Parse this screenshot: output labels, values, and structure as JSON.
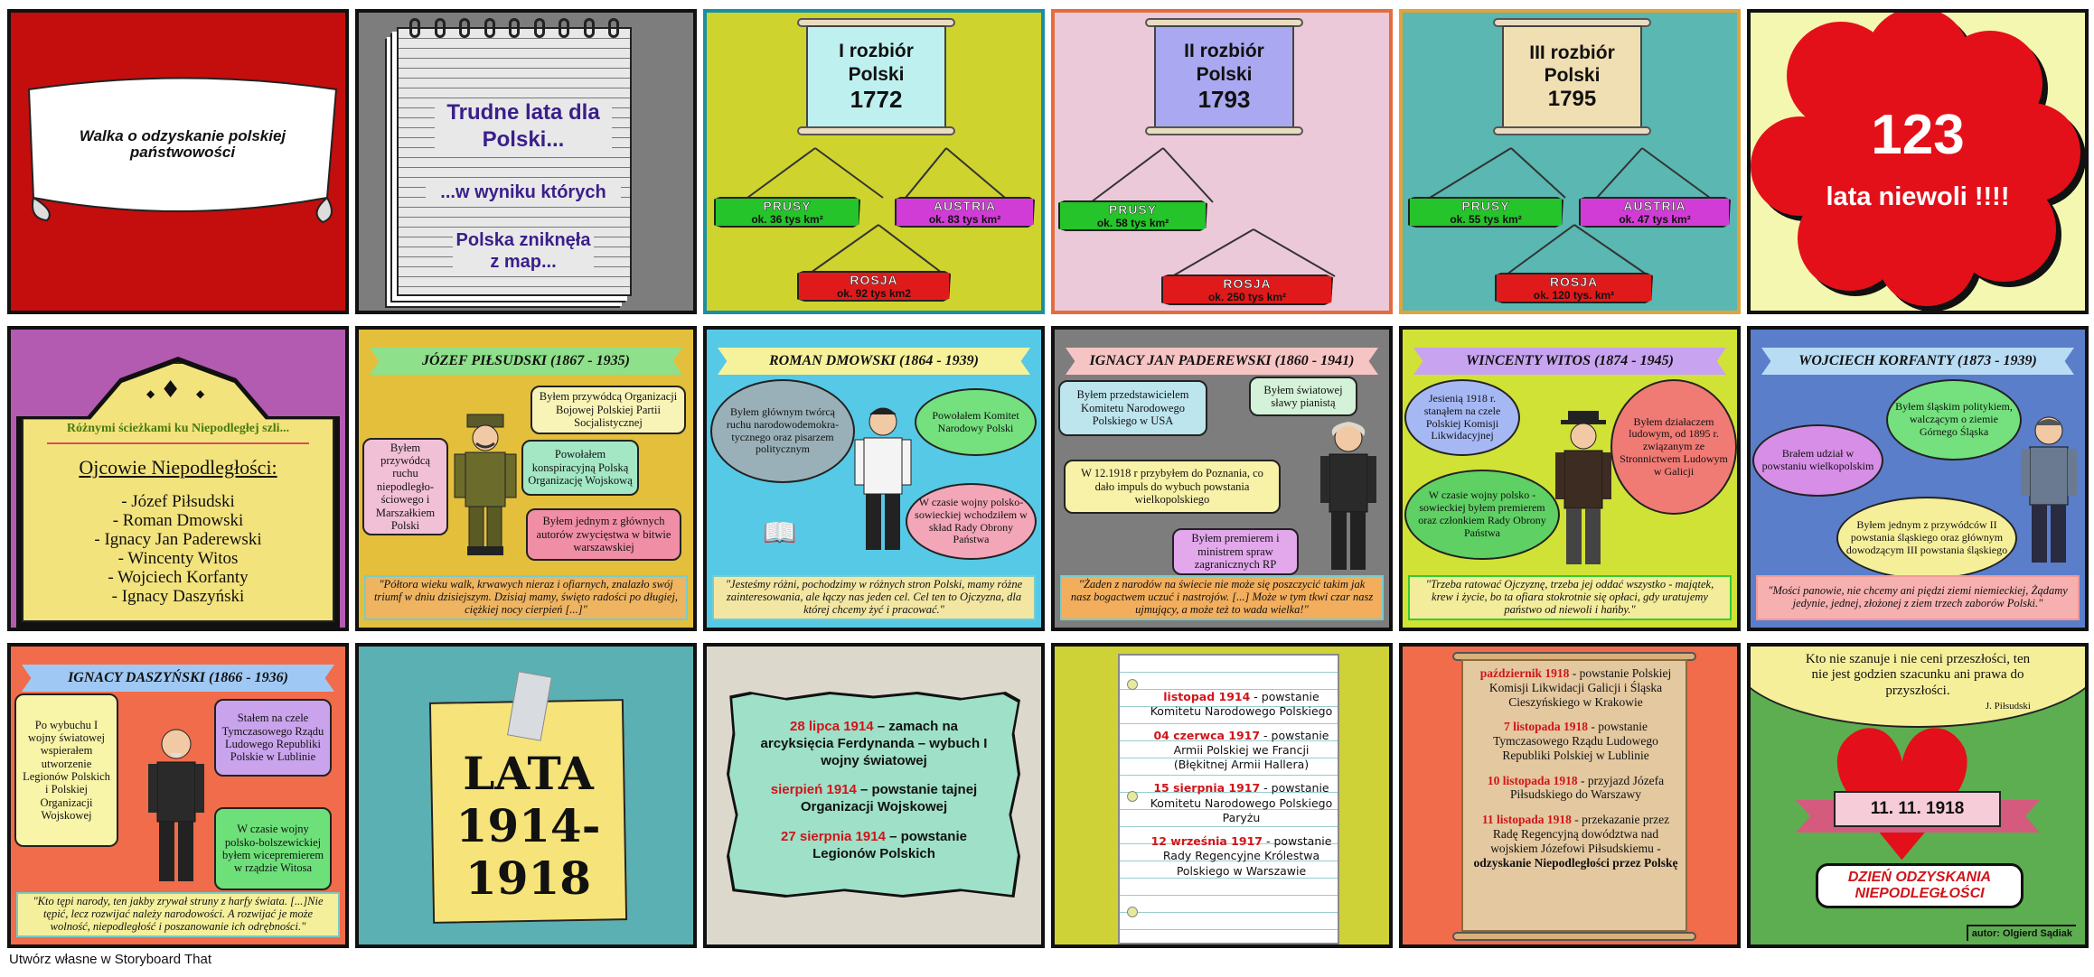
{
  "p1": {
    "title": "Walka o odzyskanie polskiej państwowości"
  },
  "p2": {
    "line1": "Trudne lata dla Polski...",
    "line2": "...w wyniku których",
    "line3": "Polska zniknęła z map..."
  },
  "p3": {
    "title": "I rozbiór Polski",
    "year": "1772",
    "signs": [
      {
        "name": "PRUSY",
        "area": "ok. 36 tys km²"
      },
      {
        "name": "AUSTRIA",
        "area": "ok. 83 tys km²"
      },
      {
        "name": "ROSJA",
        "area": "ok. 92 tys km2"
      }
    ]
  },
  "p4": {
    "title": "II rozbiór Polski",
    "year": "1793",
    "signs": [
      {
        "name": "PRUSY",
        "area": "ok. 58 tys km²"
      },
      {
        "name": "ROSJA",
        "area": "ok. 250 tys km²"
      }
    ]
  },
  "p5": {
    "title": "III rozbiór Polski",
    "year": "1795",
    "signs": [
      {
        "name": "PRUSY",
        "area": "ok. 55 tys km²"
      },
      {
        "name": "AUSTRIA",
        "area": "ok. 47 tys km²"
      },
      {
        "name": "ROSJA",
        "area": "ok. 120 tys. km²"
      }
    ]
  },
  "p6": {
    "number": "123",
    "text": "lata niewoli !!!!"
  },
  "p7": {
    "subtitle": "Różnymi ścieżkami ku Niepodległej szli...",
    "heading": "Ojcowie Niepodległości:",
    "list": [
      "- Józef Piłsudski",
      "- Roman Dmowski",
      "- Ignacy Jan Paderewski",
      "- Wincenty Witos",
      "- Wojciech Korfanty",
      "- Ignacy Daszyński"
    ]
  },
  "p8": {
    "banner": "JÓZEF PIŁSUDSKI (1867 - 1935)",
    "b1": "Byłem przywódcą Organizacji Bojowej Polskiej Partii Socjalistycznej",
    "b2": "Powołałem konspiracyjną Polską Organizację Wojskową",
    "b3": "Byłem przywódcą ruchu niepodległo-ściowego i Marszałkiem Polski",
    "b4": "Byłem jednym z głównych autorów zwycięstwa w bitwie warszawskiej",
    "quote": "\"Półtora wieku walk, krwawych nieraz i ofiarnych, znalazło swój triumf w dniu dzisiejszym. Dzisiaj mamy, święto radości po długiej, ciężkiej nocy cierpień [...]\""
  },
  "p9": {
    "banner": "ROMAN DMOWSKI (1864 - 1939)",
    "b1": "Byłem głównym twórcą ruchu narodowodemokra-tycznego oraz pisarzem politycznym",
    "b2": "Powołałem Komitet Narodowy Polski",
    "b3": "W czasie wojny polsko-sowieckiej wchodziłem w skład Rady Obrony Państwa",
    "quote": "\"Jesteśmy różni, pochodzimy w różnych stron Polski, mamy różne zainteresowania, ale łączy nas jeden cel. Cel ten to Ojczyzna, dla której chcemy żyć i pracować.\""
  },
  "p10": {
    "banner": "IGNACY JAN PADEREWSKI (1860 - 1941)",
    "b1": "Byłem przedstawicielem Komitetu Narodowego Polskiego w USA",
    "b2": "Byłem światowej sławy pianistą",
    "b3": "W 12.1918 r przybyłem do Poznania, co dało impuls do wybuch powstania wielkopolskiego",
    "b4": "Byłem premierem i ministrem spraw zagranicznych RP",
    "quote": "\"Żaden z narodów na świecie nie może się poszczycić takim jak nasz bogactwem uczuć i nastrojów. [...] Może w tym tkwi czar nasz ujmujący, a może też to wada wielka!\""
  },
  "p11": {
    "banner": "WINCENTY WITOS (1874 - 1945)",
    "b1": "Jesienią 1918 r. stanąłem na czele Polskiej Komisji Likwidacyjnej",
    "b2": "Byłem działaczem ludowym, od 1895 r. związanym ze Stronnictwem Ludowym w Galicji",
    "b3": "W czasie wojny polsko - sowieckiej byłem premierem oraz członkiem Rady Obrony Państwa",
    "quote": "\"Trzeba ratować Ojczyznę, trzeba jej oddać wszystko - majątek, krew i życie, bo ta ofiara stokrotnie się opłaci, gdy uratujemy państwo od niewoli i hańby.\""
  },
  "p12": {
    "banner": "WOJCIECH KORFANTY (1873 - 1939)",
    "b1": "Byłem śląskim politykiem, walczącym o ziemie Górnego Śląska",
    "b2": "Brałem udział w powstaniu wielkopolskim",
    "b3": "Byłem jednym z przywódców II powstania śląskiego oraz głównym dowodzącym III powstania śląskiego",
    "quote": "\"Mości panowie, nie chcemy ani piędzi ziemi niemieckiej, Żądamy jedynie, jednej, złożonej z ziem trzech zaborów Polski.\""
  },
  "p13": {
    "banner": "IGNACY DASZYŃSKI (1866 - 1936)",
    "b1": "Po wybuchu I wojny światowej wspierałem utworzenie Legionów Polskich i Polskiej Organizacji Wojskowej",
    "b2": "Stałem na czele Tymczasowego Rządu Ludowego Republiki Polskie w Lublinie",
    "b3": "W czasie wojny polsko-bolszewickiej byłem wicepremierem w rządzie Witosa",
    "quote": "\"Kto tępi narody, ten jakby zrywał struny z harfy świata. [...]Nie tępić, lecz rozwijać należy narodowości. A rozwijać je może wolność, niepodległość i poszanowanie ich odrębności.\""
  },
  "p14": {
    "line1": "LATA",
    "line2": "1914-",
    "line3": "1918"
  },
  "p15": {
    "events": [
      {
        "date": "28 lipca 1914",
        "text": " – zamach na arcyksięcia Ferdynanda – wybuch I wojny światowej"
      },
      {
        "date": "sierpień 1914",
        "text": " – powstanie tajnej Organizacji Wojskowej"
      },
      {
        "date": "27 sierpnia 1914",
        "text": " – powstanie Legionów Polskich"
      }
    ]
  },
  "p16": {
    "events": [
      {
        "date": "listopad 1914",
        "text": " - powstanie Komitetu Narodowego Polskiego"
      },
      {
        "date": "04 czerwca 1917",
        "text": " - powstanie Armii Polskiej we Francji (Błękitnej Armii Hallera)"
      },
      {
        "date": "15 sierpnia 1917",
        "text": " - powstanie Komitetu Narodowego Polskiego Paryżu"
      },
      {
        "date": "12 września 1917",
        "text": " - powstanie Rady Regencyjne Królestwa Polskiego w Warszawie"
      }
    ]
  },
  "p17": {
    "events": [
      {
        "date": "październik 1918",
        "text": " - powstanie Polskiej Komisji Likwidacji Galicji i Śląska Cieszyńskiego w Krakowie"
      },
      {
        "date": "7 listopada 1918",
        "text": " - powstanie Tymczasowego Rządu Ludowego Republiki Polskiej w Lublinie"
      },
      {
        "date": "10 listopada 1918",
        "text": " - przyjazd Józefa Piłsudskiego do Warszawy"
      },
      {
        "date": "11 listopada 1918",
        "text": " - przekazanie przez Radę Regencyjną dowództwa nad wojskiem Józefowi Piłsudskiemu - "
      }
    ],
    "final": "odzyskanie Niepodległości przez Polskę"
  },
  "p18": {
    "quote": "Kto nie szanuje i nie ceni przeszłości, ten nie jest godzien szacunku ani prawa do przyszłości.",
    "author": "J. Piłsudski",
    "date": "11. 11. 1918",
    "day": "DZIEŃ ODZYSKANIA NIEPODLEGŁOŚCI",
    "credit": "autor: Olgierd Sądiak"
  },
  "footer": "Utwórz własne w Storyboard That",
  "colors": {
    "red": "#d0151a",
    "yellow": "#f3e27a",
    "teal": "#5ab0b3"
  }
}
